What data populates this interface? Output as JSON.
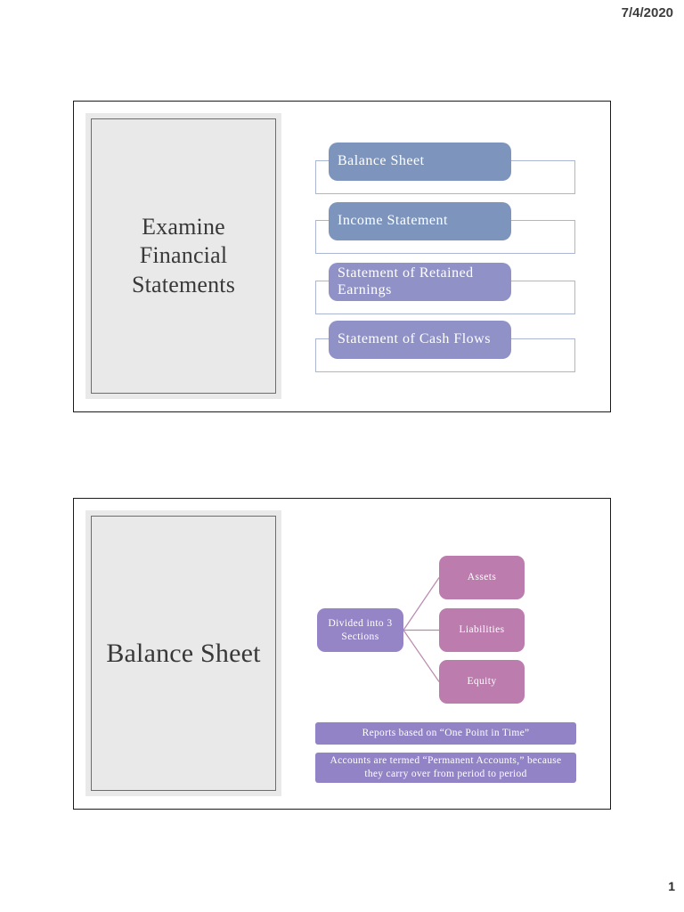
{
  "page": {
    "date": "7/4/2020",
    "page_number": "1"
  },
  "slide1": {
    "title": "Examine Financial Statements",
    "items": [
      {
        "label": "Balance Sheet",
        "color": "#7D95BD"
      },
      {
        "label": "Income Statement",
        "color": "#7D95BD"
      },
      {
        "label": "Statement of Retained Earnings",
        "color": "#8F91C7"
      },
      {
        "label": "Statement of Cash Flows",
        "color": "#8F91C7"
      }
    ],
    "tray_border_color": "#A9B5D2"
  },
  "slide2": {
    "title": "Balance Sheet",
    "diagram": {
      "root": {
        "label": "Divided into 3\nSections",
        "color": "#9585C7"
      },
      "children": [
        {
          "label": "Assets",
          "color": "#BC7CAE"
        },
        {
          "label": "Liabilities",
          "color": "#BC7CAE"
        },
        {
          "label": "Equity",
          "color": "#BC7CAE"
        }
      ],
      "connector_color": "#B989AE"
    },
    "notes": [
      {
        "text": "Reports based on “One Point in Time”",
        "color": "#9183C6"
      },
      {
        "text": "Accounts are termed “Permanent Accounts,” because\nthey carry over from period to period",
        "color": "#9183C6"
      }
    ]
  }
}
